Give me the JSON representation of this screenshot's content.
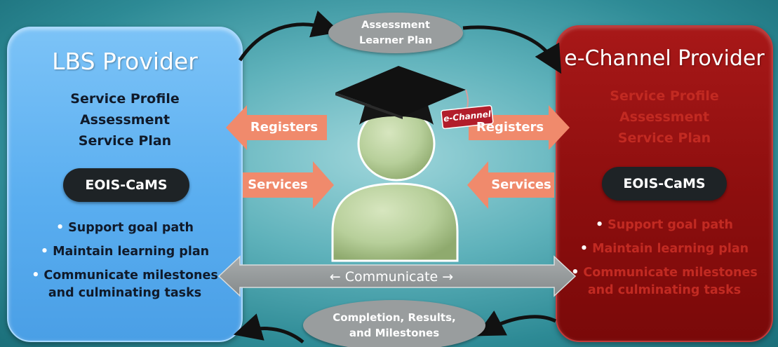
{
  "lbs_panel": {
    "title": "LBS Provider",
    "lines": [
      "Service Profile",
      "Assessment",
      "Service Plan"
    ],
    "pill": "EOIS-CaMS",
    "bullets": [
      "Support goal path",
      "Maintain learning plan"
    ],
    "bullet3_line1": "Communicate milestones",
    "bullet3_line2": "and culminating tasks"
  },
  "echannel_panel": {
    "title": "e-Channel Provider",
    "lines": [
      "Service Profile",
      "Assessment",
      "Service Plan"
    ],
    "pill": "EOIS-CaMS",
    "bullets": [
      "Support goal path",
      "Maintain learning plan"
    ],
    "bullet3_line1": "Communicate milestones",
    "bullet3_line2": "and culminating tasks"
  },
  "top_ellipse": {
    "line1": "Assessment",
    "line2": "Learner Plan"
  },
  "bottom_ellipse": {
    "line1": "Completion, Results,",
    "line2": "and Milestones"
  },
  "arrows": {
    "left_registers": "Registers",
    "left_services": "Services",
    "right_registers": "Registers",
    "right_services": "Services",
    "communicate": "← Communicate →"
  },
  "learner": {
    "cap_tag": "e-Channel"
  },
  "colors": {
    "lbs_blue": "#5aaef0",
    "echannel_red": "#8c0e0e",
    "arrow_orange": "#f08a6c",
    "body_green": "#b7cf9a",
    "ellipse_grey": "#999d9e",
    "pill_dark": "#1e2326"
  }
}
